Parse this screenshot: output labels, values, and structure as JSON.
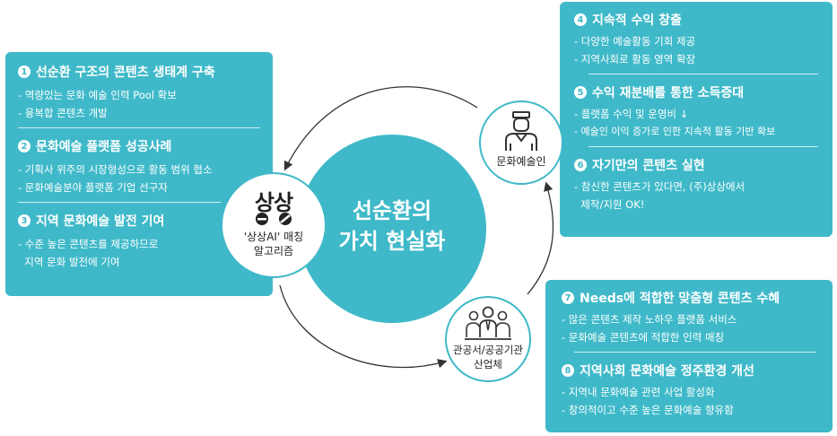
{
  "center": {
    "title": "선순환의\n가치 현실화"
  },
  "nodes": {
    "artist": {
      "label": "문화예술인",
      "icon": "artist-icon"
    },
    "matching": {
      "logo_text": "상상",
      "label": "'상상AI' 매칭\n알고리즘"
    },
    "company": {
      "label": "관공서/공공기관\n산업체",
      "icon": "people-group-icon"
    }
  },
  "left_panel": [
    {
      "num": "1",
      "title": "선순환 구조의 콘텐츠 생태계 구축",
      "items": [
        "- 역량있는 문화 예술 인력 Pool 확보",
        "- 융복합 콘텐츠 개발"
      ]
    },
    {
      "num": "2",
      "title": "문화예술 플랫폼 성공사례",
      "items": [
        "- 기획사 위주의 시장형성으로 활동 범위 협소",
        "- 문화예술분야 플랫폼 기업 선구자"
      ]
    },
    {
      "num": "3",
      "title": "지역 문화예술 발전 기여",
      "items": [
        "- 수준 높은 콘텐츠를 제공하므로",
        "  지역 문화 발전에 기여"
      ]
    }
  ],
  "top_right_panel": [
    {
      "num": "4",
      "title": "지속적 수익 창출",
      "items": [
        "- 다양한 예술활동 기회 제공",
        "- 지역사회로 활동 영역 확장"
      ]
    },
    {
      "num": "5",
      "title": "수익 재분배를 통한 소득증대",
      "items": [
        "- 플랫폼 수익 및 운영비 ↓",
        "- 예술인 이익 증가로 인한 지속적 활동 기반 확보"
      ]
    },
    {
      "num": "6",
      "title": "자기만의 콘텐츠 실현",
      "items": [
        "- 참신한 콘텐츠가 있다면, (주)상상에서",
        "  제작/지원 OK!"
      ]
    }
  ],
  "bottom_right_panel": [
    {
      "num": "7",
      "title": "Needs에 적합한 맞춤형 콘텐츠 수혜",
      "items": [
        "- 많은 콘텐츠 제작 노하우 플랫폼 서비스",
        "- 문화예술 콘텐츠에 적합한 인력 매칭"
      ]
    },
    {
      "num": "8",
      "title": "지역사회 문화예술 정주환경 개선",
      "items": [
        "- 지역내 문화예술 관련 사업 활성화",
        "- 창의적이고 수준 높은 문화예술 향유함"
      ]
    }
  ],
  "colors": {
    "accent": "#3fb9c9",
    "arrow": "#333333",
    "text_dark": "#222222"
  }
}
